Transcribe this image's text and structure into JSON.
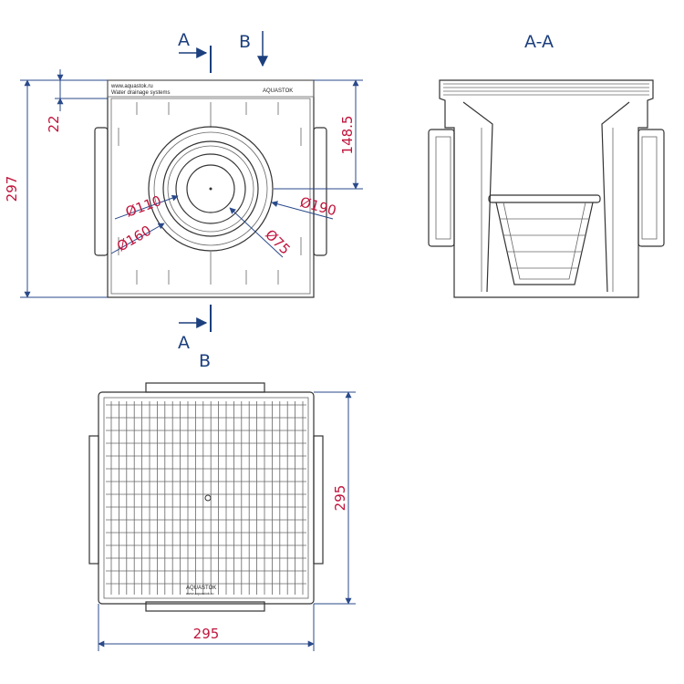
{
  "colors": {
    "dimension_text": "#c0143c",
    "section_labels": "#1c3f7d",
    "outline": "#333333"
  },
  "top_view": {
    "url_text": "www.aquastok.ru",
    "tagline": "Water drainage systems",
    "brand": "AQUASTOK",
    "dims": {
      "height": "297",
      "top_offset": "22",
      "center_offset": "148.5",
      "d110": "Ø110",
      "d160": "Ø160",
      "d190": "Ø190",
      "d75": "Ø75"
    },
    "section_a_top": "A",
    "section_b_top": "B",
    "section_a_bottom": "A",
    "section_b_bottom": "B"
  },
  "section_view": {
    "title": "A-A"
  },
  "grate_view": {
    "brand": "AQUASTOK",
    "url_text": "www.aquastok.ru",
    "dim_height": "295",
    "dim_width": "295"
  }
}
